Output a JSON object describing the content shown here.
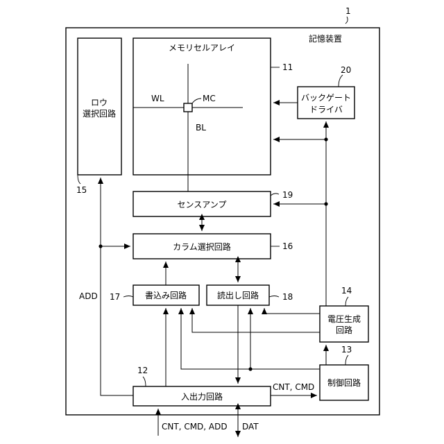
{
  "ref_device": "1",
  "device_label": "記憶装置",
  "memory_array": {
    "label": "メモリセルアレイ",
    "ref": "11",
    "wl": "WL",
    "bl": "BL",
    "mc": "MC"
  },
  "row_decoder": {
    "line1": "ロウ",
    "line2": "選択回路",
    "ref": "15"
  },
  "back_gate_driver": {
    "line1": "バックゲート",
    "line2": "ドライバ",
    "ref": "20"
  },
  "sense_amp": {
    "label": "センスアンプ",
    "ref": "19"
  },
  "column_select": {
    "label": "カラム選択回路",
    "ref": "16"
  },
  "write_circuit": {
    "label": "書込み回路",
    "ref": "17"
  },
  "read_circuit": {
    "label": "読出し回路",
    "ref": "18"
  },
  "voltage_gen": {
    "line1": "電圧生成",
    "line2": "回路",
    "ref": "14"
  },
  "control": {
    "label": "制御回路",
    "ref": "13"
  },
  "io_circuit": {
    "label": "入出力回路",
    "ref": "12"
  },
  "signals": {
    "add": "ADD",
    "cnt_cmd": "CNT, CMD",
    "cnt_cmd_add": "CNT, CMD, ADD",
    "dat": "DAT"
  }
}
